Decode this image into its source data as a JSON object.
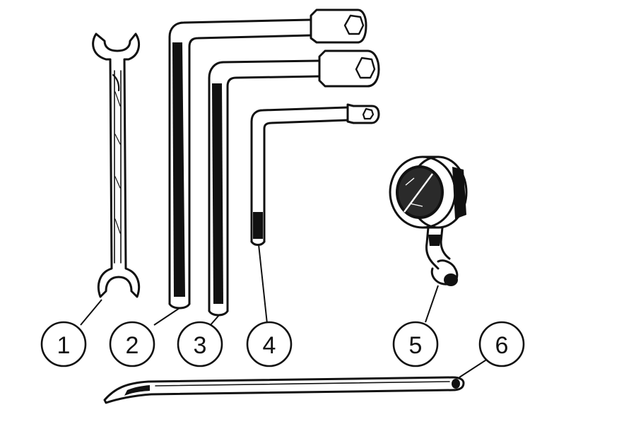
{
  "callouts": {
    "c1": "1",
    "c2": "2",
    "c3": "3",
    "c4": "4",
    "c5": "5",
    "c6": "6"
  },
  "colors": {
    "ink": "#111111",
    "paper": "#ffffff"
  },
  "parts": [
    "open-end-wrench-icon",
    "large-socket-l-wrench-icon",
    "medium-socket-l-wrench-icon",
    "small-socket-l-wrench-icon",
    "pressure-gauge-icon",
    "tire-lever-icon"
  ]
}
